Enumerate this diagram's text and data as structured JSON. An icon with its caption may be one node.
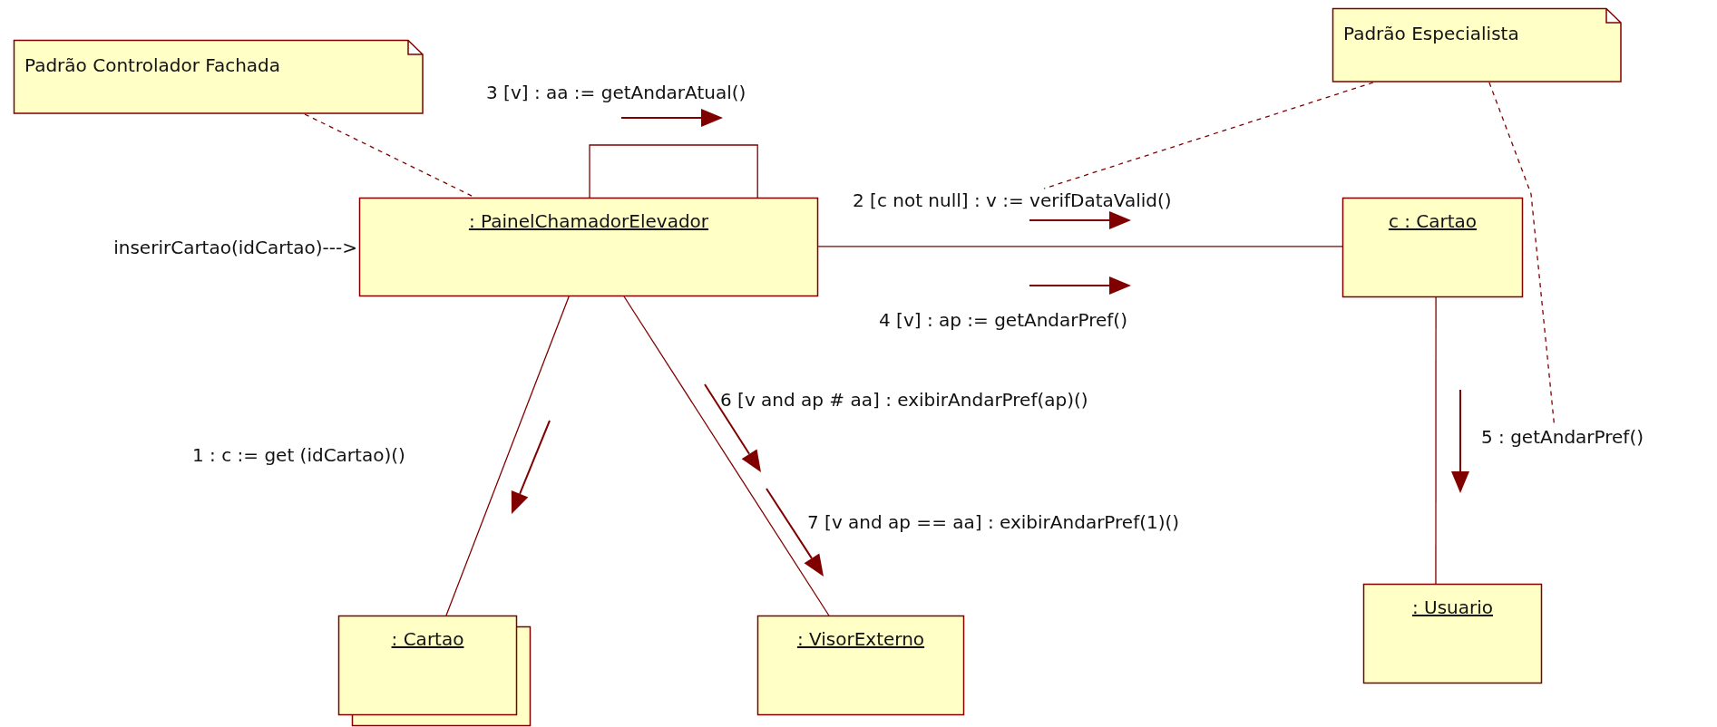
{
  "diagram": {
    "nodes": [
      {
        "text": [
          "Padrão Controlador Fachada"
        ]
      },
      {
        "text": [
          "Padrão Especialista"
        ]
      },
      {
        "text": [
          ": PainelChamadorElevador"
        ],
        "beside": [
          "inserirCartao(idCartao)--->"
        ]
      },
      {
        "text": [
          "c : Cartao"
        ]
      },
      {
        "text": [
          ": Cartao"
        ]
      },
      {
        "text": [
          ": VisorExterno"
        ]
      },
      {
        "text": [
          ": Usuario"
        ]
      },
      {
        "text": [
          "2 [c not null] : v := verifDataValid()"
        ]
      },
      {
        "text": [
          "5 : getAndarPref()"
        ]
      }
    ],
    "edges": [
      {
        "from": 2,
        "to": 2,
        "arrow": "none"
      },
      {
        "from": 2,
        "to": 3,
        "arrow": "none"
      },
      {
        "from": 2,
        "to": 4,
        "arrow": "none"
      },
      {
        "from": 2,
        "to": 5,
        "arrow": "none"
      },
      {
        "from": 3,
        "to": 6,
        "arrow": "none"
      },
      {
        "from": 0,
        "to": 2,
        "arrow": "none",
        "style": "dashed"
      },
      {
        "from": 1,
        "to": 7,
        "arrow": "none",
        "style": "dashed"
      },
      {
        "from": 1,
        "to": 8,
        "arrow": "none",
        "style": "dashed"
      }
    ],
    "labels": [
      "3 [v] : aa := getAndarAtual()",
      "4 [v] : ap := getAndarPref()",
      "6 [v and ap # aa] : exibirAndarPref(ap)()",
      "1 : c := get (idCartao)()",
      "7 [v and ap == aa] : exibirAndarPref(1)()"
    ]
  }
}
